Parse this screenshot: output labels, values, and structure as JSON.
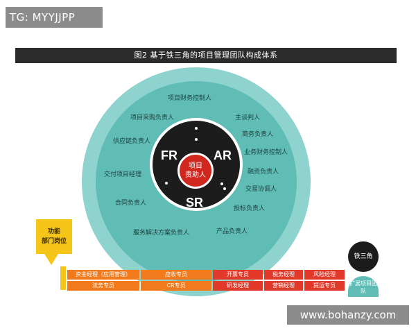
{
  "tag": "TG: MYYJJPP",
  "title": "图2 基于铁三角的项目管理团队构成体系",
  "core": {
    "left": "FR",
    "right": "AR",
    "bottom": "SR",
    "center_line1": "项目",
    "center_line2": "责助人"
  },
  "roles": [
    "项目财务控制人",
    "项目采购负责人",
    "主谈判人",
    "商务负责人",
    "供应链负责人",
    "业务财务控制人",
    "交付项目经理",
    "融资负责人",
    "交易协调人",
    "合同负责人",
    "投标负责人",
    "服务解决方案负责人",
    "产品负责人"
  ],
  "callout": {
    "line1": "功能",
    "line2": "部门岗位"
  },
  "table": {
    "row1": [
      "资金经理（应用管理）",
      "应收专员",
      "开票专员",
      "税务经理",
      "风险经理"
    ],
    "row2": [
      "法务专员",
      "CR专员",
      "研发经理",
      "营销经理",
      "提运专员"
    ]
  },
  "legend": {
    "iron": "铁三角",
    "ext": "扩展项目团队"
  },
  "watermark": "www.bohanzy.com",
  "colors": {
    "outer_ring": "#8fd3cf",
    "middle_ring": "#5fbdb6",
    "core": "#1c1c1c",
    "center": "#d0281f",
    "callout": "#f5c518",
    "table_orange": "#f07a1c",
    "table_red": "#e23a2a"
  }
}
